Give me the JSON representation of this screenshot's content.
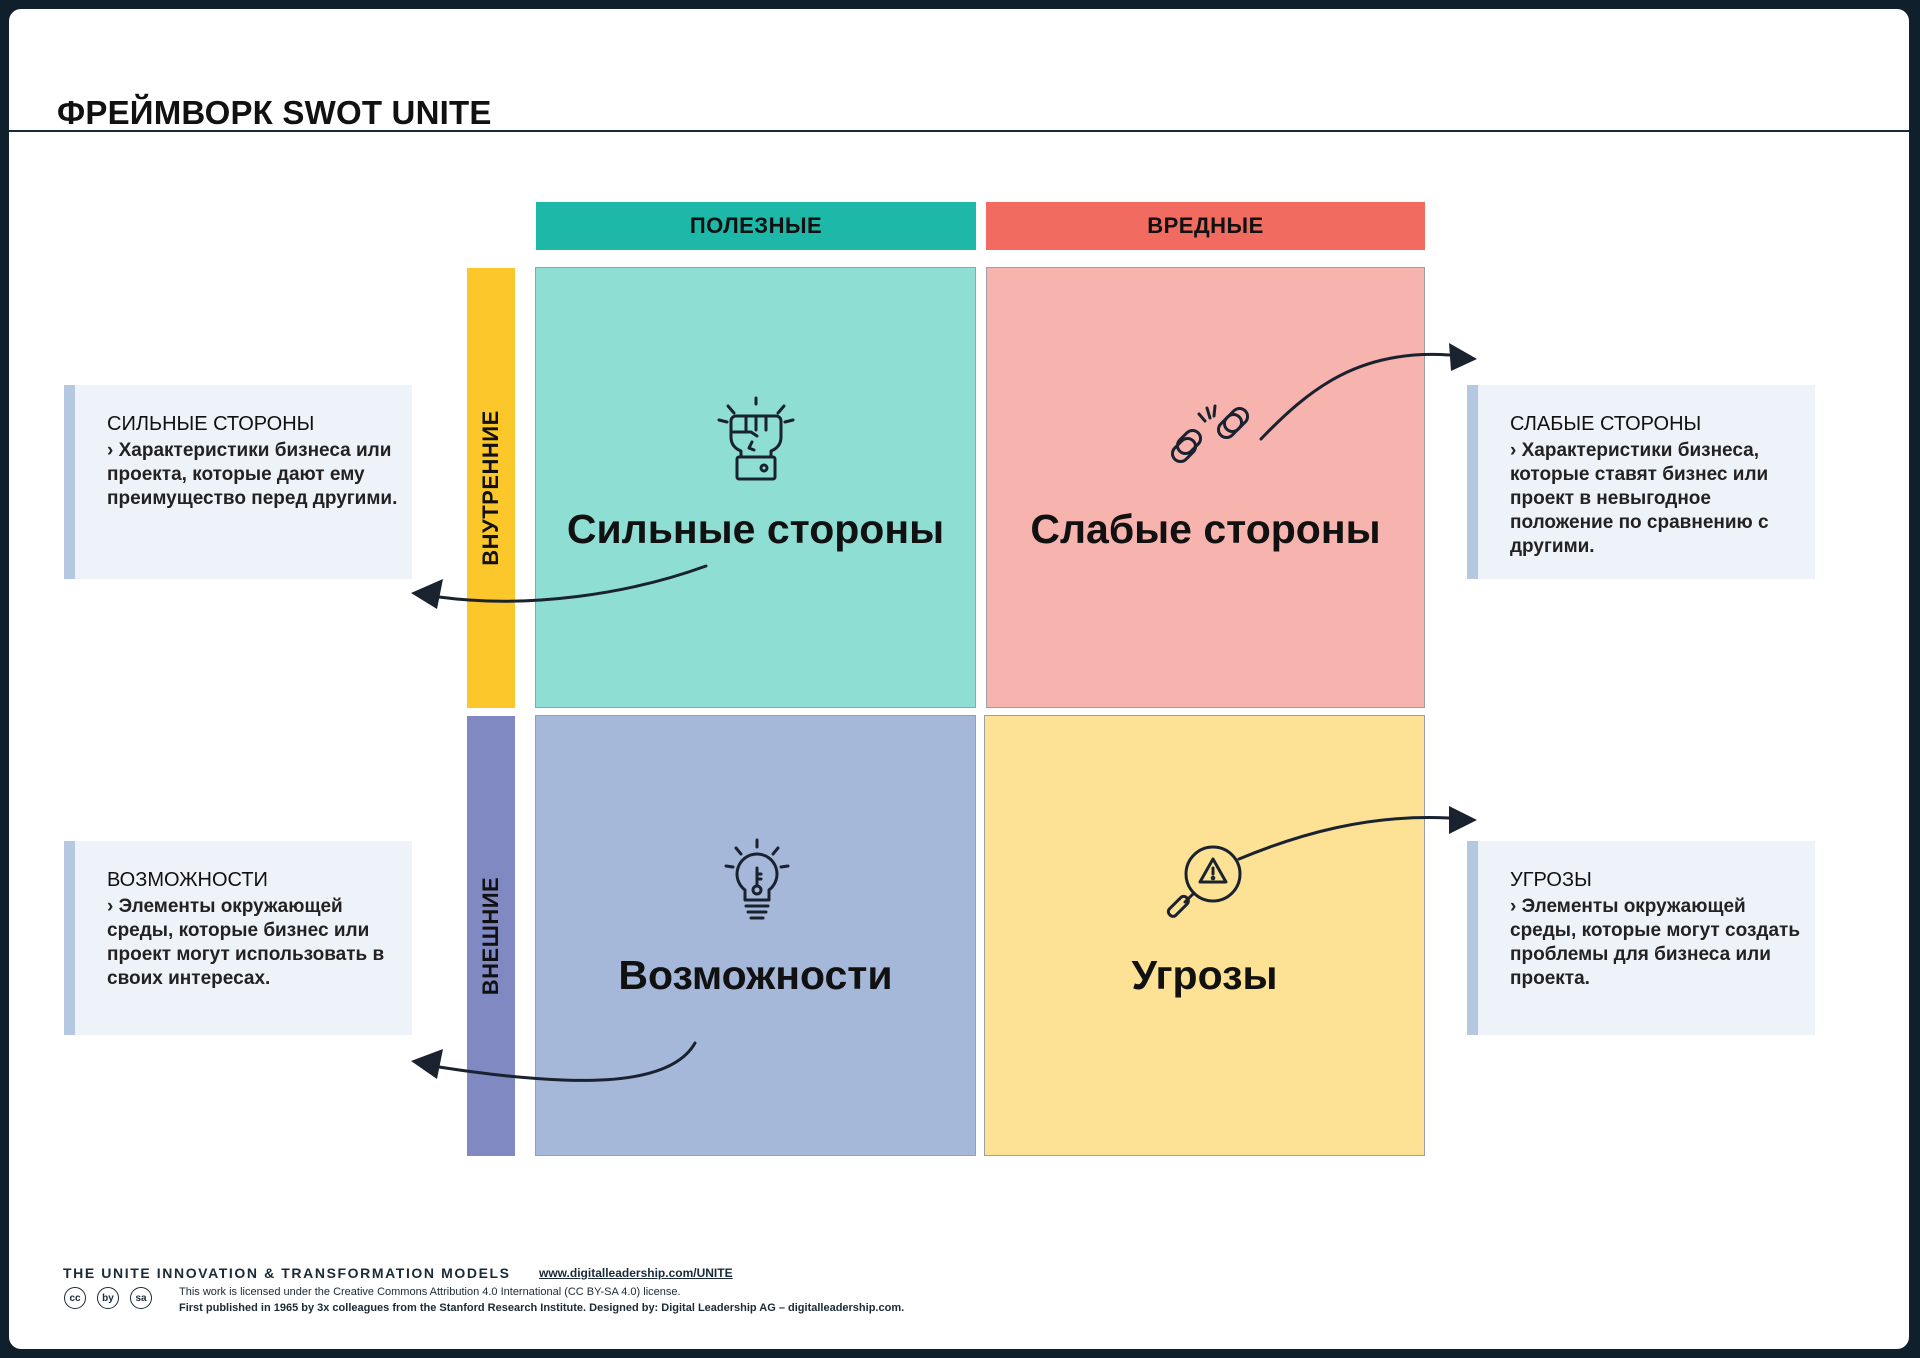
{
  "title": "ФРЕЙМВОРК SWOT UNITE",
  "columns": {
    "helpful": "ПОЛЕЗНЫЕ",
    "harmful": "ВРЕДНЫЕ"
  },
  "rows": {
    "internal": "ВНУТРЕННИЕ",
    "external": "ВНЕШНИЕ"
  },
  "quadrants": {
    "strengths": "Сильные стороны",
    "weaknesses": "Слабые стороны",
    "opportunities": "Возможности",
    "threats": "Угрозы"
  },
  "notes": {
    "strengths": {
      "title": "СИЛЬНЫЕ СТОРОНЫ",
      "text": "› Характеристики бизнеса или проекта, которые дают ему преимущество перед другими."
    },
    "weaknesses": {
      "title": "СЛАБЫЕ СТОРОНЫ",
      "text": "› Характеристики бизнеса, которые ставят бизнес или проект в невыгодное положение по сравнению с другими."
    },
    "opportunities": {
      "title": "ВОЗМОЖНОСТИ",
      "text": "› Элементы окружающей среды, которые бизнес или проект могут использовать в своих интересах."
    },
    "threats": {
      "title": "УГРОЗЫ",
      "text": "› Элементы окружающей среды, которые могут создать проблемы для бизнеса или проекта."
    }
  },
  "icons": {
    "strengths": "raised-fist-icon",
    "weaknesses": "broken-chain-icon",
    "opportunities": "lightbulb-icon",
    "threats": "magnifier-warning-icon"
  },
  "colors": {
    "helpful": "#1db8a8",
    "harmful": "#f26b60",
    "internal": "#fcc72b",
    "external": "#8189c3",
    "strengths": "#8fded4",
    "weaknesses": "#f7b3ae",
    "opportunities": "#a5b8da",
    "threats": "#fde295"
  },
  "footer": {
    "models": "THE UNITE INNOVATION & TRANSFORMATION MODELS",
    "link": "www.digitalleadership.com/UNITE",
    "license": "This work is licensed under the Creative Commons Attribution 4.0 International (CC BY-SA 4.0) license.",
    "published": "First published in 1965 by 3x colleagues from the Stanford Research Institute. Designed by: Digital Leadership AG – digitalleadership.com.",
    "cc_badges": [
      "cc",
      "by",
      "sa"
    ]
  }
}
